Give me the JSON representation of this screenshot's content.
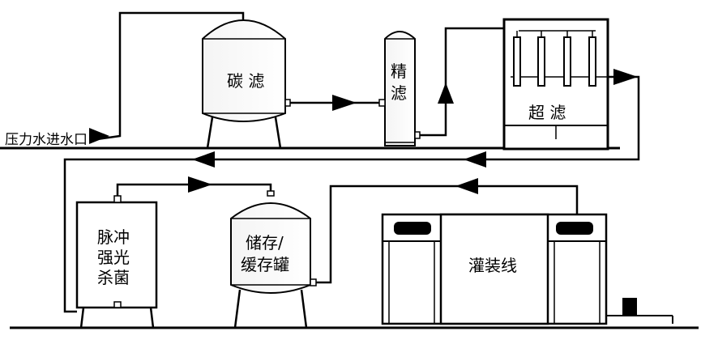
{
  "labels": {
    "inlet": "压力水进水口",
    "carbon_filter": "碳 滤",
    "fine_filter_1": "精",
    "fine_filter_2": "滤",
    "ultra_filter": "超  滤",
    "uv_1": "脉冲",
    "uv_2": "强光",
    "uv_3": "杀菌",
    "storage_1": "储存/",
    "storage_2": "缓存罐",
    "filling_line": "灌装线"
  }
}
